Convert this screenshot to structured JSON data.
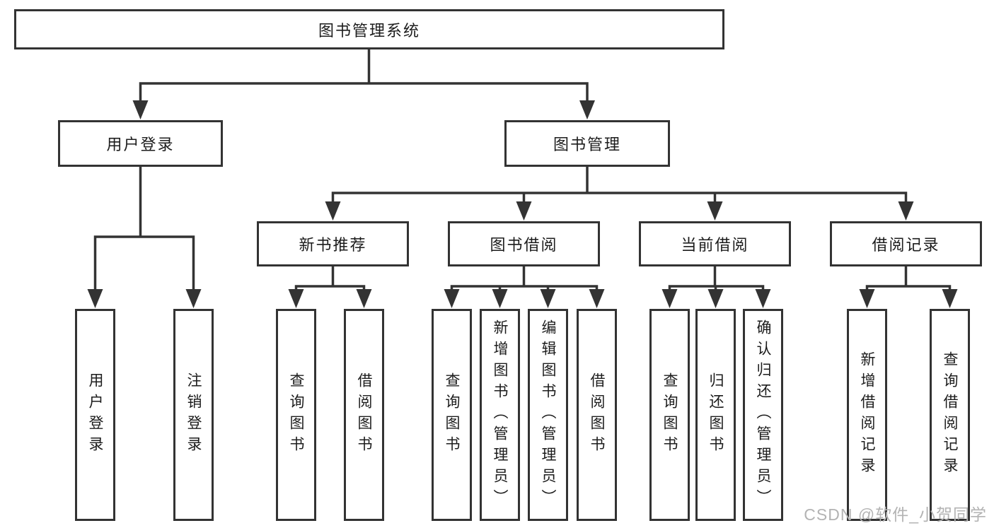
{
  "diagram": {
    "type": "hierarchy-tree",
    "colors": {
      "line": "#333333",
      "box_border": "#333333",
      "box_fill": "#ffffff",
      "text": "#1c1c1c",
      "watermark": "#b3b3b3"
    }
  },
  "root": {
    "label": "图书管理系统"
  },
  "level2": [
    {
      "label": "用户登录",
      "children": [
        {
          "label": "用户登录"
        },
        {
          "label": "注销登录"
        }
      ]
    },
    {
      "label": "图书管理",
      "children": [
        {
          "label": "新书推荐",
          "children": [
            {
              "label": "查询图书"
            },
            {
              "label": "借阅图书"
            }
          ]
        },
        {
          "label": "图书借阅",
          "children": [
            {
              "label": "查询图书"
            },
            {
              "label": "新增图书（管理员）"
            },
            {
              "label": "编辑图书（管理员）"
            },
            {
              "label": "借阅图书"
            }
          ]
        },
        {
          "label": "当前借阅",
          "children": [
            {
              "label": "查询图书"
            },
            {
              "label": "归还图书"
            },
            {
              "label": "确认归还（管理员）"
            }
          ]
        },
        {
          "label": "借阅记录",
          "children": [
            {
              "label": "新增借阅记录"
            },
            {
              "label": "查询借阅记录"
            }
          ]
        }
      ]
    }
  ],
  "watermark": {
    "text": "CSDN @软件_小贺同学"
  }
}
